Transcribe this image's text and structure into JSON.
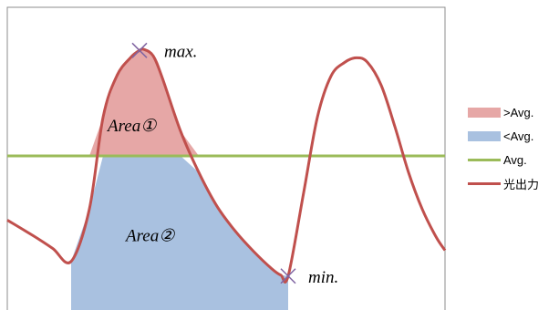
{
  "chart_data": {
    "type": "area",
    "title": "",
    "xlabel": "",
    "ylabel": "",
    "xlim": [
      0,
      480
    ],
    "ylim": [
      0,
      330
    ],
    "grid": false,
    "legend_position": "right",
    "average": 168,
    "series": [
      {
        "name": "光出力",
        "color": "#c0504d",
        "x": [
          0,
          30,
          50,
          70,
          90,
          105,
          120,
          135,
          145,
          150,
          160,
          170,
          190,
          210,
          230,
          250,
          270,
          290,
          300,
          308,
          325,
          340,
          355,
          370,
          383,
          395,
          410,
          425,
          440,
          455,
          470,
          480
        ],
        "y": [
          98,
          80,
          67,
          53,
          110,
          210,
          255,
          275,
          283,
          284,
          277,
          253,
          195,
          150,
          113,
          86,
          64,
          45,
          38,
          37,
          128,
          210,
          255,
          270,
          275,
          270,
          245,
          200,
          150,
          110,
          80,
          65
        ]
      },
      {
        "name": "Avg.",
        "color": "#9bbb59",
        "x": [
          0,
          480
        ],
        "y": [
          168,
          168
        ]
      }
    ],
    "fills": [
      {
        "name": ">Avg.",
        "color": "#e6a7a6",
        "x_range": [
          70,
          308
        ],
        "region": "above_average_under_curve"
      },
      {
        "name": "<Avg.",
        "color": "#a9c1e0",
        "x_range": [
          70,
          308
        ],
        "region": "below_average_under_curve"
      }
    ],
    "legend": [
      {
        "label": ">Avg.",
        "color": "#e6a7a6",
        "kind": "rect"
      },
      {
        "label": "<Avg.",
        "color": "#a9c1e0",
        "kind": "rect"
      },
      {
        "label": "Avg.",
        "color": "#9bbb59",
        "kind": "line"
      },
      {
        "label": "光出力",
        "color": "#c0504d",
        "kind": "line"
      }
    ],
    "annotations": {
      "max_label": "max.",
      "min_label": "min.",
      "area1_label": "Area①",
      "area2_label": "Area②",
      "marker_color": "#8064a2",
      "max_point": {
        "x": 145,
        "y": 283
      },
      "min_point": {
        "x": 308,
        "y": 37
      },
      "area1_anchor": {
        "x": 110,
        "y": 195
      },
      "area2_anchor": {
        "x": 130,
        "y": 75
      }
    }
  }
}
